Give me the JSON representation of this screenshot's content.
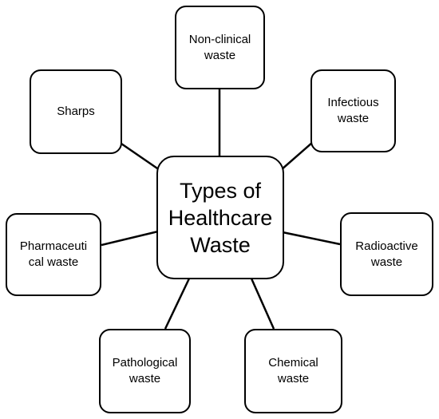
{
  "diagram": {
    "center": {
      "label": "Types of\nHealthcare\nWaste"
    },
    "nodes": {
      "non_clinical": {
        "label": "Non-clinical\nwaste"
      },
      "sharps": {
        "label": "Sharps"
      },
      "infectious": {
        "label": "Infectious\nwaste"
      },
      "pharmaceutical": {
        "label": "Pharmaceuti\ncal waste"
      },
      "radioactive": {
        "label": "Radioactive\nwaste"
      },
      "pathological": {
        "label": "Pathological\nwaste"
      },
      "chemical": {
        "label": "Chemical\nwaste"
      }
    }
  }
}
